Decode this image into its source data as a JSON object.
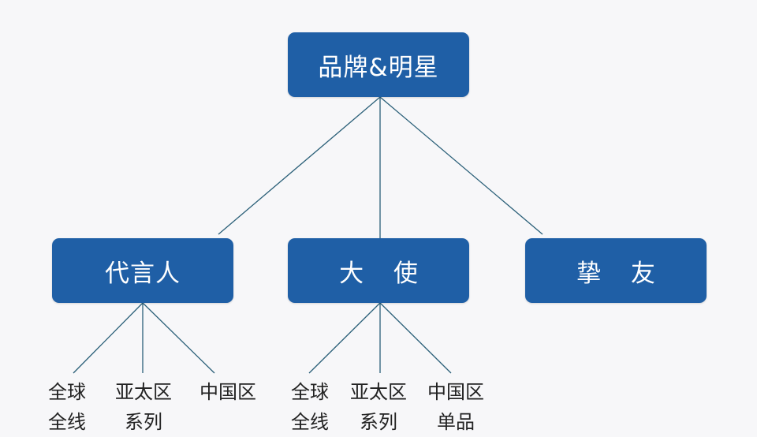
{
  "colors": {
    "node_fill": "#1f5fa6",
    "line": "#2a5f78",
    "text_dark": "#222222"
  },
  "root": {
    "label": "品牌&明星"
  },
  "level1": [
    {
      "label": "代言人"
    },
    {
      "label": "大 使"
    },
    {
      "label": "挚 友"
    }
  ],
  "leaves": {
    "spokesperson": [
      {
        "line1": "全球",
        "line2": "全线"
      },
      {
        "line1": "亚太区",
        "line2": "系列"
      },
      {
        "line1": "中国区",
        "line2": ""
      }
    ],
    "ambassador": [
      {
        "line1": "全球",
        "line2": "全线"
      },
      {
        "line1": "亚太区",
        "line2": "系列"
      },
      {
        "line1": "中国区",
        "line2": "单品"
      }
    ]
  }
}
